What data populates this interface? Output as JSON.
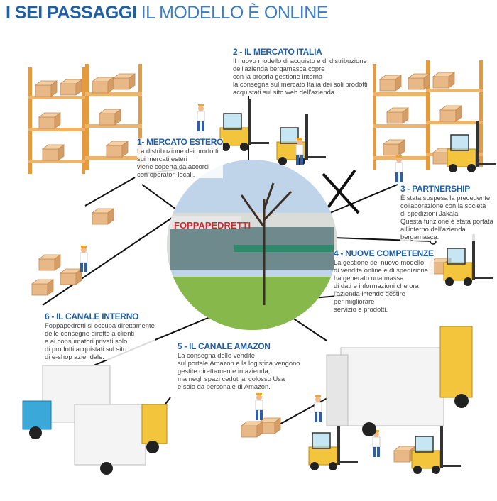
{
  "title": {
    "bold": "I SEI PASSAGGI",
    "light": "IL MODELLO È ONLINE"
  },
  "photo": {
    "sign": "FOPPAPEDRETTI"
  },
  "steps": [
    {
      "heading": "1- MERCATO ESTERO",
      "text": "La distribuzione dei prodotti\nsui mercati esteri\nviene coperta da accordi\ncon operatori locali."
    },
    {
      "heading": "2 - IL MERCATO ITALIA",
      "text": "Il nuovo modello di acquisto e di distribuzione\ndell'azienda bergamasca copre\ncon la propria gestione interna\nla consegna sul mercato Italia dei soli prodotti\nacquistati sul sito web dell'azienda."
    },
    {
      "heading": "3 - PARTNERSHIP",
      "text": "È stata sospesa la precedente\ncollaborazione con la società\ndi spedizioni Jakala.\nQuesta funzione è stata portata\nall'interno dell'azienda\nbergamasca."
    },
    {
      "heading": "4 - NUOVE COMPETENZE",
      "text": "La gestione del nuovo modello\ndi vendita online e di spedizione\nha generato una massa\ndi dati e informazioni che ora\nl'azienda intende gestire\nper migliorare\nservizio e prodotti."
    },
    {
      "heading": "5 - IL CANALE AMAZON",
      "text": "La consegna delle vendite\nsul portale Amazon e la logistica vengono\ngestite direttamente in azienda,\nma negli spazi ceduti al colosso Usa\ne solo da personale di Amazon."
    },
    {
      "heading": "6 - IL CANALE INTERNO",
      "text": "Foppapedretti si occupa direttamente\ndelle consegne dirette a clienti\ne ai consumatori privati solo\ndi prodotti acquistati sul sito\ndi e-shop aziendale."
    }
  ],
  "colors": {
    "heading": "#1f5fa6",
    "box": "#e8b887",
    "forklift": "#f2c53d",
    "shelf": "#e69a3c",
    "truck_cab_blue": "#3aa8d8",
    "truck_cab_yellow": "#f2c53d",
    "sign": "#d8242c"
  }
}
